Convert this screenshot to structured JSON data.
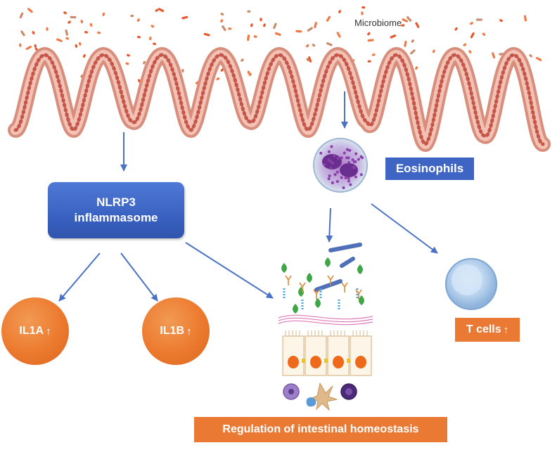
{
  "microbiome_label": "Microbiome",
  "nlrp3": {
    "line1": "NLRP3",
    "line2": "inflammasome"
  },
  "eosinophils_label": "Eosinophils",
  "il1a": {
    "text": "IL1A",
    "arrow": "↑"
  },
  "il1b": {
    "text": "IL1B",
    "arrow": "↑"
  },
  "tcells": {
    "text": "T cells",
    "arrow": "↑"
  },
  "regulation_label": "Regulation of intestinal homeostasis",
  "colors": {
    "arrow": "#4a72c4",
    "blue_box": "#3f65c4",
    "orange": "#ea7a33",
    "bacteria": "#e8572a",
    "epithelium": "#e59a8a"
  }
}
